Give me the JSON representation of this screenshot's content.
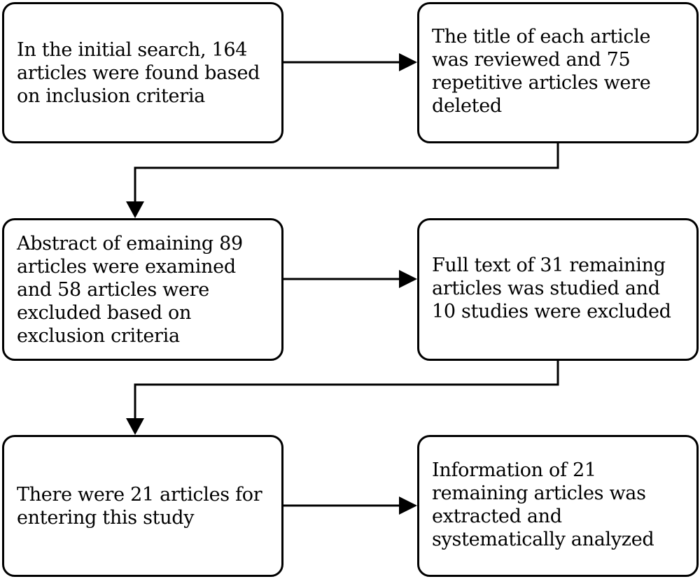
{
  "flowchart": {
    "steps": [
      {
        "text": "In the initial search, 164\narticles were found based\non inclusion criteria"
      },
      {
        "text": "The title of each article\nwas reviewed and 75\nrepetitive articles were\ndeleted"
      },
      {
        "text": "Abstract of emaining 89\narticles were examined\nand 58 articles were\nexcluded based on\nexclusion criteria"
      },
      {
        "text": "Full text of 31 remaining\narticles was studied and\n10 studies were excluded"
      },
      {
        "text": "There were 21 articles for\nentering this study"
      },
      {
        "text": "Information of 21\nremaining articles was\nextracted and\nsystematically analyzed"
      }
    ]
  }
}
